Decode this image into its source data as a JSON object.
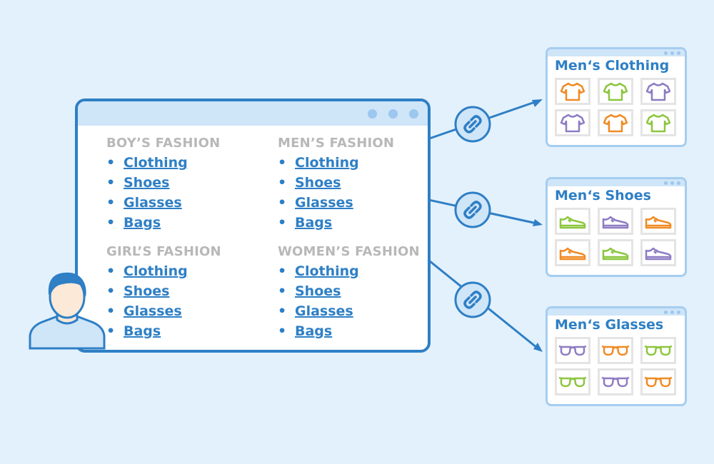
{
  "categories": [
    {
      "title": "BOY’S FASHION",
      "links": [
        "Clothing",
        "Shoes",
        "Glasses",
        "Bags"
      ]
    },
    {
      "title": "MEN’S FASHION",
      "links": [
        "Clothing",
        "Shoes",
        "Glasses",
        "Bags"
      ]
    },
    {
      "title": "GIRL’S FASHION",
      "links": [
        "Clothing",
        "Shoes",
        "Glasses",
        "Bags"
      ]
    },
    {
      "title": "WOMEN’S FASHION",
      "links": [
        "Clothing",
        "Shoes",
        "Glasses",
        "Bags"
      ]
    }
  ],
  "pages": [
    {
      "title": "Men‘s Clothing",
      "item_icon": "tshirt-icon",
      "item_colors": [
        "#f08a24",
        "#8cc63f",
        "#8e7cc3",
        "#8e7cc3",
        "#f08a24",
        "#8cc63f"
      ]
    },
    {
      "title": "Men‘s Shoes",
      "item_icon": "sneaker-icon",
      "item_colors": [
        "#8cc63f",
        "#8e7cc3",
        "#f08a24",
        "#f08a24",
        "#8cc63f",
        "#8e7cc3"
      ]
    },
    {
      "title": "Men‘s Glasses",
      "item_icon": "glasses-icon",
      "item_colors": [
        "#8e7cc3",
        "#f08a24",
        "#8cc63f",
        "#8cc63f",
        "#8e7cc3",
        "#f08a24"
      ]
    }
  ],
  "colors": {
    "accent": "#2e7fc5",
    "category_title": "#b8b8b8",
    "background": "#e3f1fc",
    "link_icon_fill": "#cfe5f8"
  },
  "icons": {
    "user": "user-avatar-icon",
    "link": "link-chain-icon",
    "arrow": "arrow-head-icon"
  }
}
